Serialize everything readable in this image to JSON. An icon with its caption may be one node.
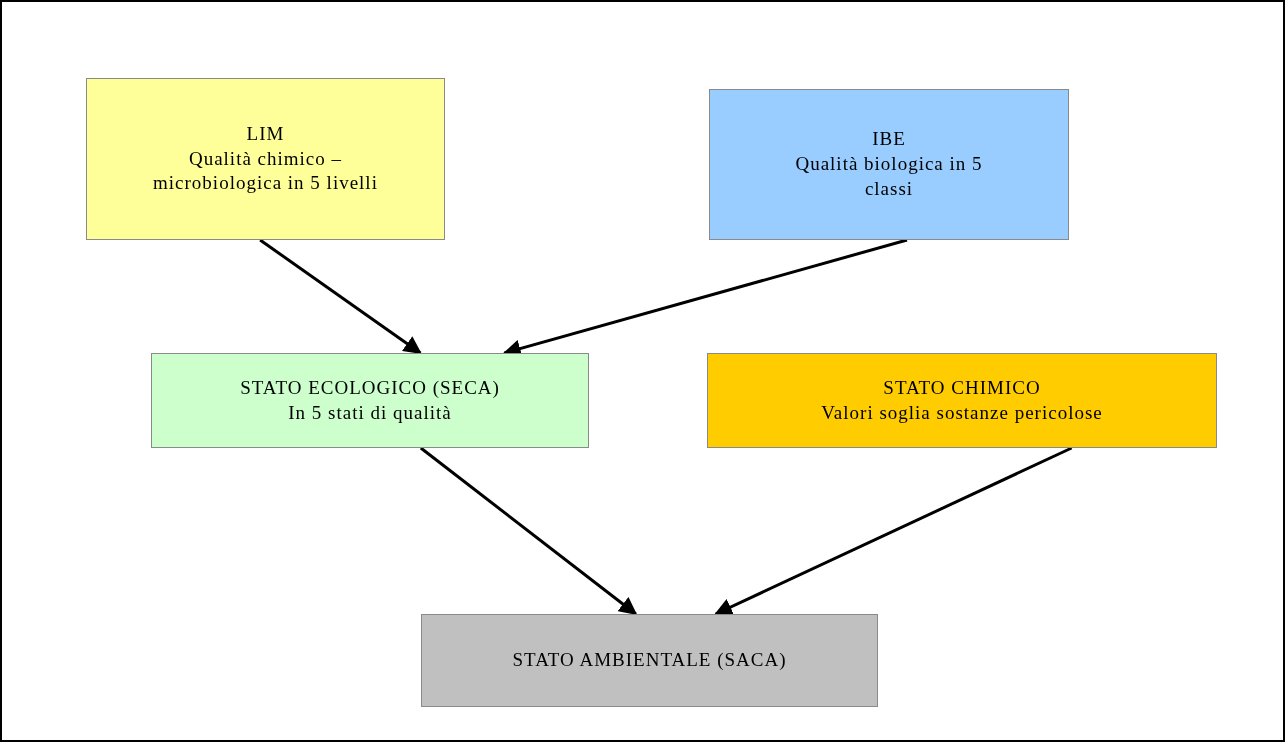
{
  "diagram": {
    "nodes": [
      {
        "text": [
          "LIM",
          "Qualità chimico – microbiologica in 5 livelli"
        ]
      },
      {
        "text": [
          "IBE",
          "Qualità biologica in 5 classi"
        ]
      },
      {
        "text": [
          "STATO ECOLOGICO (SECA)",
          "In 5 stati di qualità"
        ]
      },
      {
        "text": [
          "STATO CHIMICO",
          "Valori soglia sostanze pericolose"
        ]
      },
      {
        "text": [
          "STATO AMBIENTALE (SACA)"
        ]
      }
    ],
    "edges": [
      {
        "from": 0,
        "to": 2,
        "arrow": "to"
      },
      {
        "from": 1,
        "to": 2,
        "arrow": "to"
      },
      {
        "from": 2,
        "to": 4,
        "arrow": "to"
      },
      {
        "from": 3,
        "to": 4,
        "arrow": "to"
      }
    ]
  }
}
